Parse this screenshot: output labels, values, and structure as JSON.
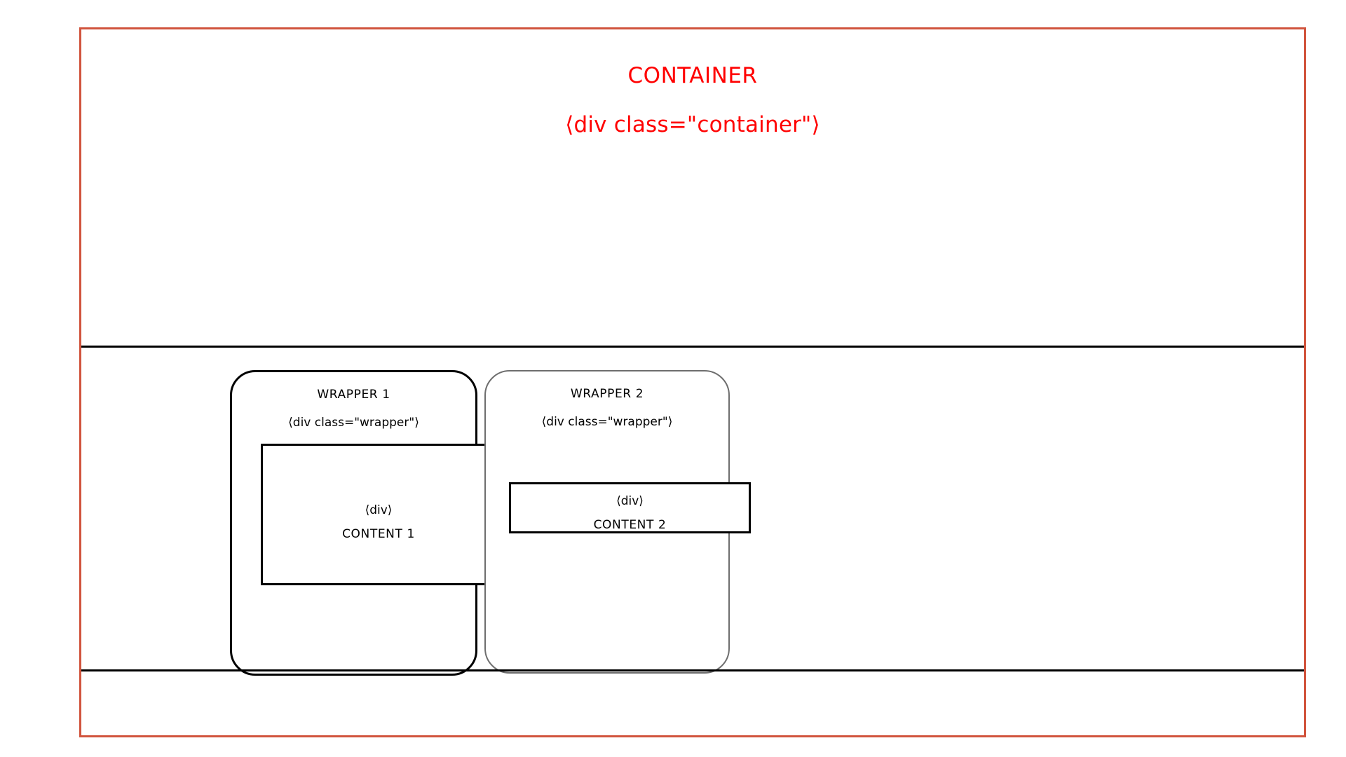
{
  "diagram": {
    "container": {
      "title": "CONTAINER",
      "code": "⟨div class=\"container\"⟩",
      "border_color": "#d1543d",
      "title_color": "#ff0000"
    },
    "divider_color": "#000000",
    "wrappers": [
      {
        "title": "WRAPPER 1",
        "code": "⟨div class=\"wrapper\"⟩",
        "border_color": "#000000",
        "content": {
          "code": "⟨div⟩",
          "label": "CONTENT 1",
          "border_color": "#000000"
        }
      },
      {
        "title": "WRAPPER 2",
        "code": "⟨div class=\"wrapper\"⟩",
        "border_color": "#6e6e6e",
        "content": {
          "code": "⟨div⟩",
          "label": "CONTENT 2",
          "border_color": "#000000"
        }
      }
    ]
  }
}
